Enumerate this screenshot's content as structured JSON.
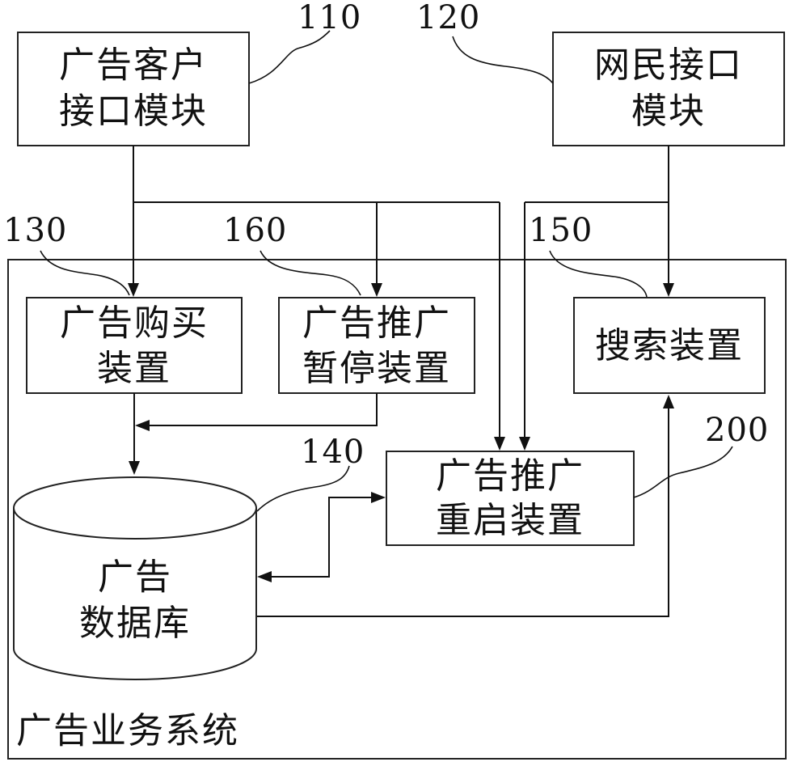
{
  "modules": {
    "ad_client_interface": {
      "id": "110",
      "line1": "广告客户",
      "line2": "接口模块"
    },
    "netizen_interface": {
      "id": "120",
      "line1": "网民接口",
      "line2": "模块"
    }
  },
  "system": {
    "label": "广告业务系统",
    "ad_purchase": {
      "id": "130",
      "line1": "广告购买",
      "line2": "装置"
    },
    "promotion_pause": {
      "id": "160",
      "line1": "广告推广",
      "line2": "暂停装置"
    },
    "search": {
      "id": "150",
      "label": "搜索装置"
    },
    "promotion_restart": {
      "id": "200",
      "line1": "广告推广",
      "line2": "重启装置"
    },
    "ad_database": {
      "id": "140",
      "line1": "广告",
      "line2": "数据库"
    }
  }
}
